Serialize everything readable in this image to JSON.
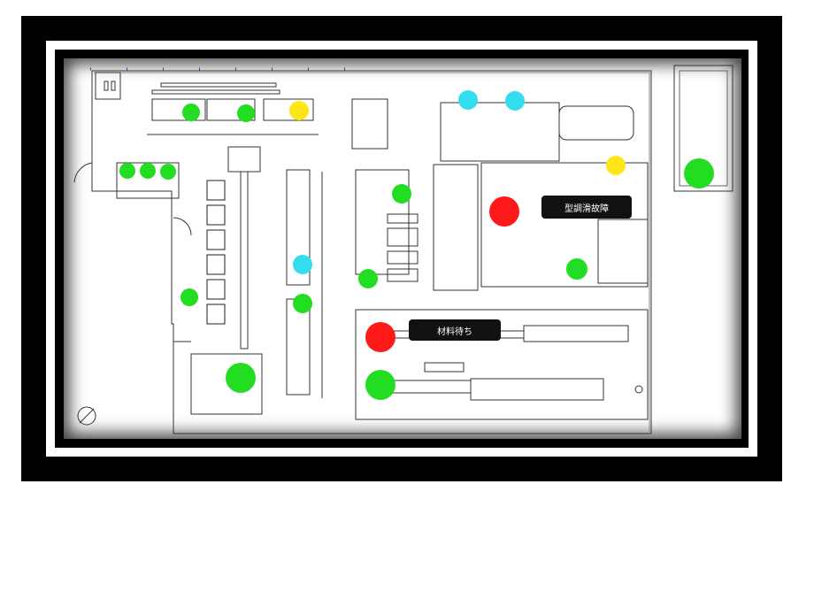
{
  "colors": {
    "running": "#22dd22",
    "warning": "#ffe61a",
    "stopped": "#ff1a1a",
    "idle": "#33ddee",
    "line": "#333333"
  },
  "callouts": {
    "mold_fault": "型調滑故障",
    "waiting_material": "材料待ち"
  },
  "status_lights": [
    {
      "status": "running"
    },
    {
      "status": "running"
    },
    {
      "status": "warning"
    },
    {
      "status": "running"
    },
    {
      "status": "running"
    },
    {
      "status": "running"
    },
    {
      "status": "running"
    },
    {
      "status": "running"
    },
    {
      "status": "idle"
    },
    {
      "status": "running"
    },
    {
      "status": "running"
    },
    {
      "status": "running"
    },
    {
      "status": "idle"
    },
    {
      "status": "idle"
    },
    {
      "status": "stopped"
    },
    {
      "status": "running"
    },
    {
      "status": "warning"
    },
    {
      "status": "running"
    },
    {
      "status": "stopped"
    },
    {
      "status": "running"
    }
  ]
}
